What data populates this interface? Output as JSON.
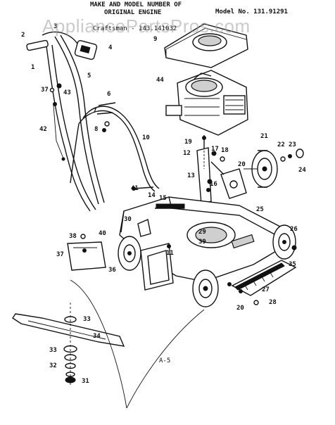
{
  "header": {
    "line1": "MAKE AND MODEL NUMBER OF",
    "line2": "ORIGINAL ENGINE",
    "line3": "Craftsman - 143.141032",
    "model": "Model No. 131.91291"
  },
  "watermark": "AppliancePartsPros.com",
  "page_label": "A-5",
  "callouts": [
    "2",
    "3",
    "4",
    "1",
    "5",
    "37",
    "43",
    "6",
    "7",
    "8",
    "42",
    "10",
    "9",
    "44",
    "19",
    "12",
    "17",
    "18",
    "20",
    "21",
    "22",
    "23",
    "24",
    "13",
    "16",
    "41",
    "14",
    "15",
    "25",
    "30",
    "40",
    "29",
    "26",
    "39",
    "38",
    "37",
    "35",
    "11",
    "36",
    "27",
    "28",
    "20",
    "33",
    "34",
    "33",
    "32",
    "31"
  ]
}
